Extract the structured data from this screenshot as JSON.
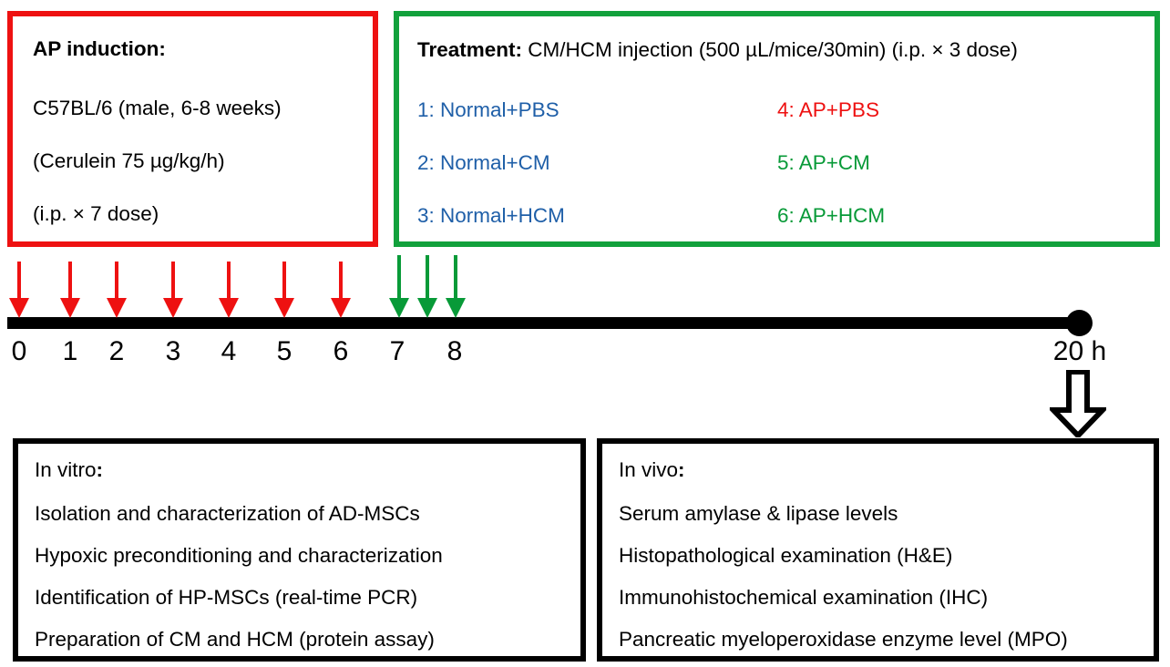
{
  "diagram": {
    "title": "Experimental design timeline for AP induction and CM/HCM treatment",
    "colors": {
      "red": "#ee1111",
      "green": "#089a38",
      "blue": "#1f5fa8",
      "black": "#000000"
    }
  },
  "ap_induction": {
    "heading": "AP induction:",
    "lines": [
      "C57BL/6 (male, 6-8 weeks)",
      "(Cerulein 75 µg/kg/h)",
      "(i.p. × 7 dose)"
    ]
  },
  "treatment": {
    "heading": "Treatment:",
    "heading_rest": " CM/HCM injection (500 µL/mice/30min) (i.p. × 3 dose)",
    "groups_left": [
      {
        "label": "1: Normal+PBS",
        "color": "blue"
      },
      {
        "label": "2: Normal+CM",
        "color": "blue"
      },
      {
        "label": "3: Normal+HCM",
        "color": "blue"
      }
    ],
    "groups_right": [
      {
        "label": "4: AP+PBS",
        "color": "red"
      },
      {
        "label": "5: AP+CM",
        "color": "green"
      },
      {
        "label": "6: AP+HCM",
        "color": "green"
      }
    ]
  },
  "timeline": {
    "tick_labels": [
      "0",
      "1",
      "2",
      "3",
      "4",
      "5",
      "6",
      "7",
      "8"
    ],
    "end_label": "20 h",
    "induction_arrows": {
      "count": 7,
      "color": "red",
      "at_ticks": [
        "0",
        "1",
        "2",
        "3",
        "4",
        "5",
        "6"
      ]
    },
    "treatment_arrows": {
      "count": 3,
      "color": "green",
      "at_ticks": [
        "7",
        "7.5",
        "8"
      ]
    }
  },
  "in_vitro": {
    "heading": "In vitro",
    "heading_colon": ":",
    "items": [
      "Isolation and characterization of AD-MSCs",
      "Hypoxic preconditioning and characterization",
      "Identification of HP-MSCs (real-time PCR)",
      "Preparation of CM and HCM (protein assay)"
    ]
  },
  "in_vivo": {
    "heading": "In vivo",
    "heading_colon": ":",
    "items": [
      "Serum amylase & lipase levels",
      "Histopathological examination (H&E)",
      "Immunohistochemical examination (IHC)",
      "Pancreatic myeloperoxidase enzyme level (MPO)"
    ]
  },
  "icons": {
    "down_arrow": "down-arrow-icon",
    "block_arrow": "block-arrow-down-icon",
    "endpoint_dot": "endpoint-dot-icon"
  }
}
